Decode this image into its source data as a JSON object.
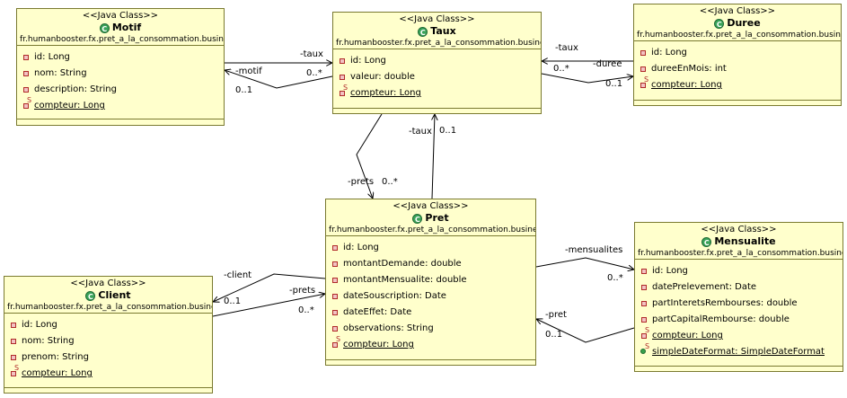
{
  "stereotype": "<<Java Class>>",
  "package": "fr.humanbooster.fx.pret_a_la_consommation.business",
  "classes": {
    "motif": {
      "name": "Motif",
      "attrs": [
        "id: Long",
        "nom: String",
        "description: String"
      ],
      "static_attr": "compteur: Long"
    },
    "taux": {
      "name": "Taux",
      "attrs": [
        "id: Long",
        "valeur: double"
      ],
      "static_attr": "compteur: Long"
    },
    "duree": {
      "name": "Duree",
      "attrs": [
        "id: Long",
        "dureeEnMois: int"
      ],
      "static_attr": "compteur: Long"
    },
    "pret": {
      "name": "Pret",
      "attrs": [
        "id: Long",
        "montantDemande: double",
        "montantMensualite: double",
        "dateSouscription: Date",
        "dateEffet: Date",
        "observations: String"
      ],
      "static_attr": "compteur: Long"
    },
    "client": {
      "name": "Client",
      "attrs": [
        "id: Long",
        "nom: String",
        "prenom: String"
      ],
      "static_attr": "compteur: Long"
    },
    "mensualite": {
      "name": "Mensualite",
      "attrs": [
        "id: Long",
        "datePrelevement: Date",
        "partInteretsRembourses: double",
        "partCapitalRembourse: double"
      ],
      "static_attr": "compteur: Long",
      "static_public_attr": "simpleDateFormat: SimpleDateFormat"
    }
  },
  "associations": {
    "motif_taux": {
      "role_taux": "-taux",
      "mult_taux": "0..*",
      "role_motif": "-motif",
      "mult_motif": "0..1"
    },
    "taux_duree": {
      "role_taux": "-taux",
      "mult_taux": "0..*",
      "role_duree": "-duree",
      "mult_duree": "0..1"
    },
    "taux_pret": {
      "role_taux": "-taux",
      "mult_taux": "0..1",
      "role_prets": "-prets",
      "mult_prets": "0..*"
    },
    "client_pret": {
      "role_client": "-client",
      "mult_client": "0..1",
      "role_prets": "-prets",
      "mult_prets": "0..*"
    },
    "pret_mensualite": {
      "role_mensualites": "-mensualites",
      "mult_mensualites": "0..*",
      "role_pret": "-pret",
      "mult_pret": "0..1"
    }
  },
  "colors": {
    "class_fill": "#ffffcc",
    "class_border": "#7a7a30",
    "class_icon": "#3aa35a",
    "private_marker": "#b02a2a",
    "edge": "#000000"
  }
}
